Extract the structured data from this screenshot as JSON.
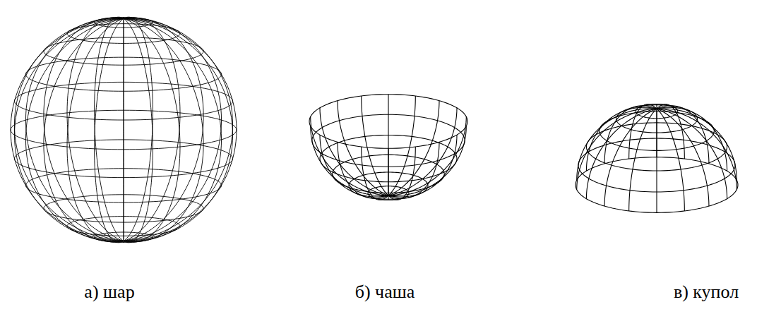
{
  "diagram": {
    "labels": [
      "а) шар",
      "б) чаша",
      "в) купол"
    ]
  }
}
